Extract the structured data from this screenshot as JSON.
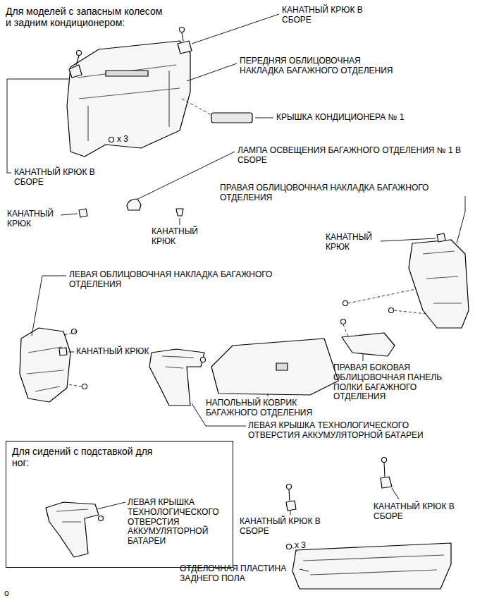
{
  "diagram": {
    "nodes": [
      {
        "text": [
          "Для сидений с подставкой для ног:",
          "ЛЕВАЯ КРЫШКА ТЕХНОЛОГИЧЕСКОГО ОТВЕРСТИЯ АККУМУЛЯТОРНОЙ БАТАРЕИ"
        ]
      }
    ],
    "edges": [],
    "labels": [
      "Для моделей с запасным колесом и задним кондиционером:",
      "КАНАТНЫЙ КРЮК В СБОРЕ",
      "ПЕРЕДНЯЯ ОБЛИЦОВОЧНАЯ НАКЛАДКА БАГАЖНОГО ОТДЕЛЕНИЯ",
      "x 3",
      "КРЫШКА КОНДИЦИОНЕРА № 1",
      "ЛАМПА ОСВЕЩЕНИЯ БАГАЖНОГО ОТДЕЛЕНИЯ № 1 В СБОРЕ",
      "КАНАТНЫЙ КРЮК В СБОРЕ",
      "ПРАВАЯ ОБЛИЦОВОЧНАЯ НАКЛАДКА БАГАЖНОГО ОТДЕЛЕНИЯ",
      "КАНАТНЫЙ КРЮК",
      "КАНАТНЫЙ КРЮК",
      "КАНАТНЫЙ КРЮК",
      "ЛЕВАЯ ОБЛИЦОВОЧНАЯ НАКЛАДКА БАГАЖНОГО ОТДЕЛЕНИЯ",
      "КАНАТНЫЙ КРЮК",
      "ПРАВАЯ БОКОВАЯ ОБЛИЦОВОЧНАЯ ПАНЕЛЬ ПОЛКИ БАГАЖНОГО ОТДЕЛЕНИЯ",
      "НАПОЛЬНЫЙ КОВРИК БАГАЖНОГО ОТДЕЛЕНИЯ",
      "ЛЕВАЯ КРЫШКА ТЕХНОЛОГИЧЕСКОГО ОТВЕРСТИЯ АККУМУЛЯТОРНОЙ БАТАРЕИ",
      "КАНАТНЫЙ КРЮК В СБОРЕ",
      "КАНАТНЫЙ КРЮК В СБОРЕ",
      "x 3",
      "ОТДЕЛОЧНАЯ ПЛАСТИНА ЗАДНЕГО ПОЛА",
      "o"
    ]
  }
}
